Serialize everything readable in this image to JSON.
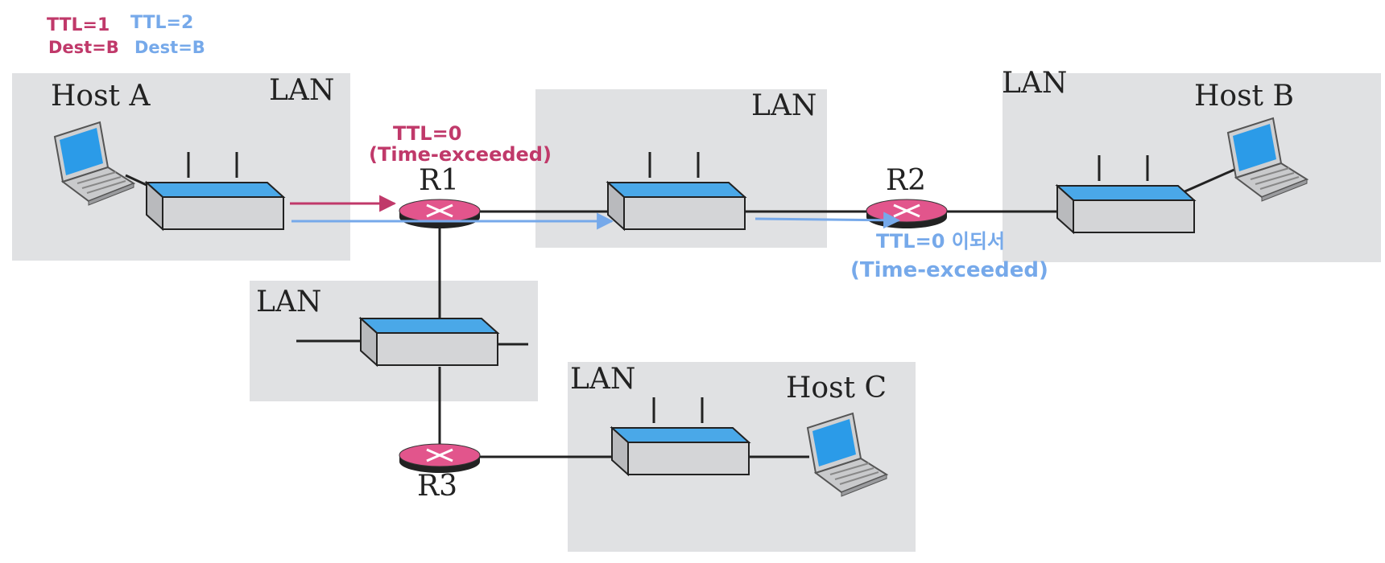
{
  "colors": {
    "lan_bg": "#e0e1e3",
    "device_top": "#4aa8e8",
    "device_side": "#d4d5d7",
    "router": "#e2558c",
    "router_dark": "#222222",
    "link": "#222222",
    "annot_red": "#c0396a",
    "annot_blue": "#76a9ea"
  },
  "legend": {
    "red": {
      "ttl": "TTL=1",
      "dest": "Dest=B"
    },
    "blue": {
      "ttl": "TTL=2",
      "dest": "Dest=B"
    }
  },
  "lans": {
    "lan_a": "LAN",
    "lan_mid": "LAN",
    "lan_b": "LAN",
    "lan_left": "LAN",
    "lan_c": "LAN"
  },
  "hosts": {
    "a": "Host A",
    "b": "Host B",
    "c": "Host C"
  },
  "routers": {
    "r1": "R1",
    "r2": "R2",
    "r3": "R3"
  },
  "annotations": {
    "r1_ttl": "TTL=0",
    "r1_msg": "(Time-exceeded)",
    "r2_ttl": "TTL=0 이되서",
    "r2_msg": "(Time-exceeded)"
  },
  "icons": {
    "laptop": "laptop-icon",
    "switch": "switch-icon",
    "router": "router-icon"
  }
}
